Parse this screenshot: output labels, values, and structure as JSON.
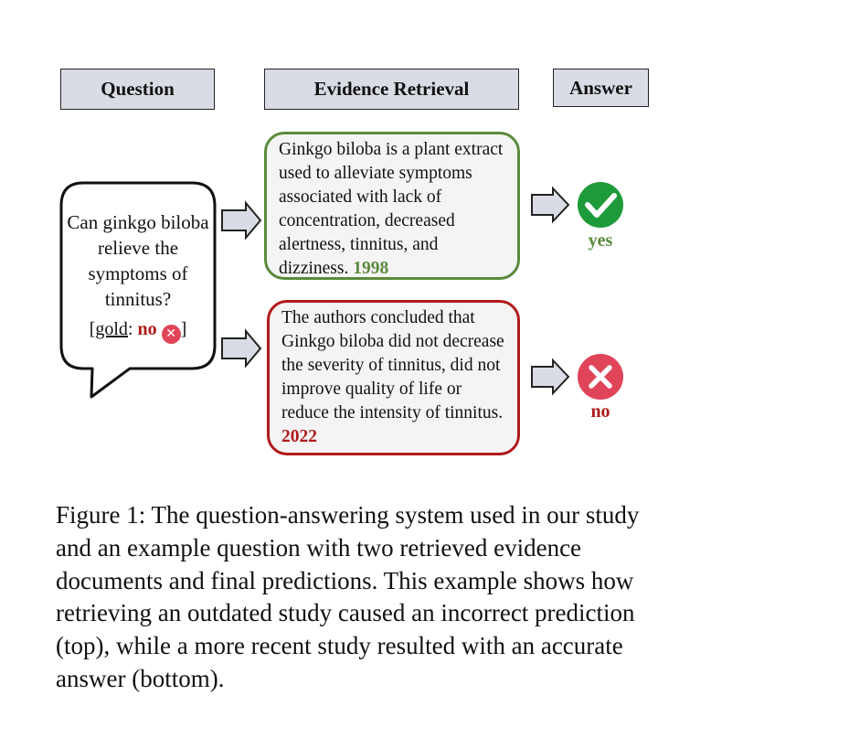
{
  "headers": {
    "question": "Question",
    "evidence": "Evidence Retrieval",
    "answer": "Answer"
  },
  "question": {
    "text": "Can ginkgo biloba relieve the symptoms of tinnitus?",
    "gold_prefix": "[",
    "gold_label": "gold",
    "gold_colon": ": ",
    "gold_value": "no",
    "gold_suffix": "]",
    "gold_icon": "x-icon"
  },
  "evidence": [
    {
      "text": "Ginkgo biloba is a plant extract used to alleviate symptoms associated with lack of concentration, decreased alertness, tinnitus, and dizziness.",
      "year": "1998",
      "border_color": "#5b8a3c"
    },
    {
      "text": "The authors concluded that Ginkgo biloba did not decrease the severity of tinnitus, did not improve quality of life or reduce the intensity of tinnitus.",
      "year": "2022",
      "border_color": "#b01a1a"
    }
  ],
  "answers": [
    {
      "label": "yes",
      "icon": "check-icon",
      "color": "#1f9a3a"
    },
    {
      "label": "no",
      "icon": "x-icon",
      "color": "#e04459"
    }
  ],
  "caption": "Figure 1: The question-answering system used in our study and an example question with two retrieved evidence documents and final predictions. This example shows how retrieving an outdated study caused an incorrect prediction (top), while a more recent study resulted with an accurate answer (bottom)."
}
